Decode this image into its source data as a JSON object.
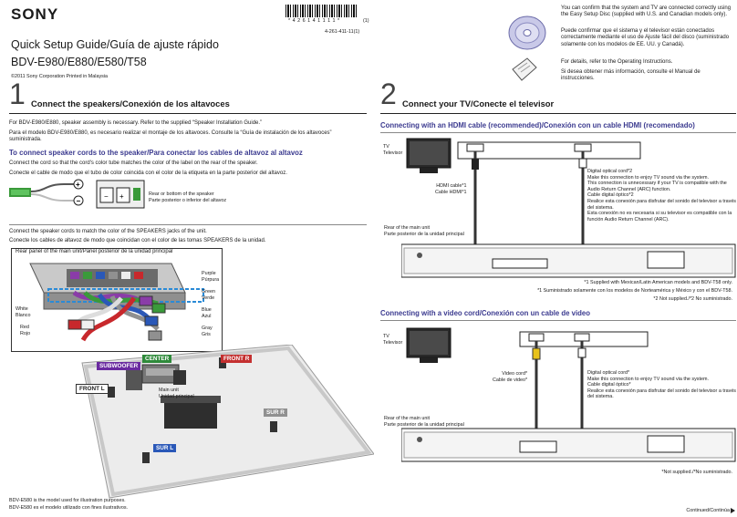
{
  "brand": "SONY",
  "barcode": {
    "digits": "* 4 2 6 1 4 1 1 1 1 *",
    "suffix": "(1)",
    "code": "4-261-411-11(1)"
  },
  "title": {
    "line1": "Quick Setup Guide/Guía de ajuste rápido",
    "line2": "BDV-E980/E880/E580/T58",
    "copyright": "©2011 Sony Corporation   Printed in Malaysia"
  },
  "step1": {
    "num": "1",
    "heading": "Connect the speakers/Conexión de los altavoces",
    "note_en": "For BDV-E980/E880, speaker assembly is necessary. Refer to the supplied “Speaker Installation Guide.”",
    "note_es": "Para el modelo BDV-E980/E880, es necesario realizar el montaje de los altavoces. Consulte la “Guía de instalación de los altavoces” suministrada.",
    "subheading": "To connect speaker cords to the speaker/Para conectar los cables de altavoz al altavoz",
    "sub_en": "Connect the cord so that the cord's color tube matches the color of the label on the rear of the speaker.",
    "sub_es": "Conecte el cable de modo que el tubo de color coincida con el color de la etiqueta en la parte posterior del altavoz.",
    "rear_label_en": "Rear or bottom of the speaker",
    "rear_label_es": "Parte posterior o inferior del altavoz",
    "jacks_en": "Connect the speaker cords to match the color of the SPEAKERS jacks of the unit.",
    "jacks_es": "Conecte los cables de altavoz de modo que coincidan con el color de las tomas SPEAKERS de la unidad.",
    "panel_caption": "Rear panel of the main unit/Panel posterior de la unidad principal",
    "colors": [
      {
        "en": "Purple",
        "es": "Púrpura"
      },
      {
        "en": "Green",
        "es": "Verde"
      },
      {
        "en": "Blue",
        "es": "Azul"
      },
      {
        "en": "Gray",
        "es": "Gris"
      },
      {
        "en": "White",
        "es": "Blanco"
      },
      {
        "en": "Red",
        "es": "Rojo"
      }
    ],
    "speakers": {
      "subwoofer": "SUBWOOFER",
      "center": "CENTER",
      "front_r": "FRONT R",
      "front_l": "FRONT L",
      "sur_r": "SUR R",
      "sur_l": "SUR L"
    },
    "main_unit_en": "Main unit",
    "main_unit_es": "Unidad principal",
    "footnote_en": "BDV-E580 is the model used for illustration purposes.",
    "footnote_es": "BDV-E580 es el modelo utilizado con fines ilustrativos."
  },
  "disc_info": {
    "p1": "You can confirm that the system and TV are connected correctly using the Easy Setup Disc (supplied with U.S. and Canadian models only).",
    "p2": "Puede confirmar que el sistema y el televisor están conectados correctamente mediante el uso de Ajuste fácil del disco (suministrado solamente con los modelos de EE. UU. y Canadá).",
    "p3": "For details, refer to the Operating Instructions.",
    "p4": "Si desea obtener más información, consulte el Manual de instrucciones."
  },
  "step2": {
    "num": "2",
    "heading": "Connect your TV/Conecte el televisor",
    "hdmi_heading": "Connecting with an HDMI cable (recommended)/Conexión con un cable HDMI (recomendado)",
    "tv_en": "TV",
    "tv_es": "Televisor",
    "hdmi_cable_en": "HDMI cable*1",
    "hdmi_cable_es": "Cable HDMI*1",
    "optical_title_en": "Digital optical cord*2",
    "optical_p1": "Make this connection to enjoy TV sound via the system.",
    "optical_p2": "This connection is unnecessary if your TV is compatible with the Audio Return Channel (ARC) function.",
    "optical_title_es": "Cable digital óptico*2",
    "optical_p3": "Realice esta conexión para disfrutar del sonido del televisor a través del sistema.",
    "optical_p4": "Esta conexión no es necesaria si su televisor es compatible con la función Audio Return Channel (ARC).",
    "rear_en": "Rear of the main unit",
    "rear_es": "Parte posterior de la unidad principal",
    "fn1": "*1 Supplied with Mexican/Latin American models and BDV-T58 only.",
    "fn2": "*1 Suministrado solamente con los modelos de Norteamérica y México y con el BDV-T58.",
    "fn3": "*2 Not supplied./*2 No suministrado.",
    "video_heading": "Connecting with a video cord/Conexión con un cable de video",
    "video_cord_en": "Video cord*",
    "video_cord_es": "Cable de video*",
    "v_optical_en": "Digital optical cord*",
    "v_optical_p1": "Make this connection to enjoy TV sound via the system.",
    "v_optical_es": "Cable digital óptico*",
    "v_optical_p2": "Realice esta conexión para disfrutar del sonido del televisor a través del sistema.",
    "not_supplied": "*Not supplied./*No suministrado.",
    "continued": "Continued/Continúa"
  }
}
